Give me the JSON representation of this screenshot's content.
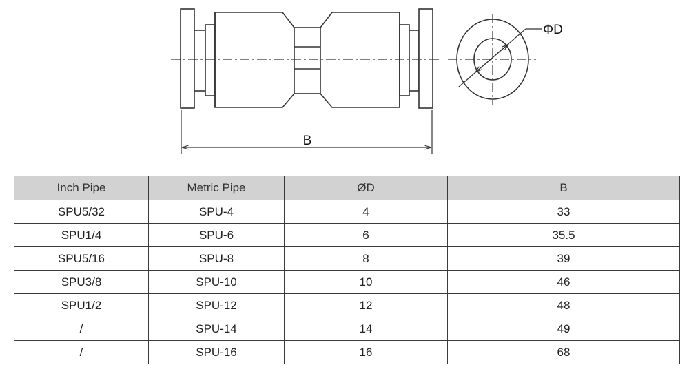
{
  "drawing": {
    "label_d": "ΦD",
    "label_b": "B"
  },
  "table": {
    "headers": [
      "Inch Pipe",
      "Metric Pipe",
      "ØD",
      "B"
    ],
    "rows": [
      [
        "SPU5/32",
        "SPU-4",
        "4",
        "33"
      ],
      [
        "SPU1/4",
        "SPU-6",
        "6",
        "35.5"
      ],
      [
        "SPU5/16",
        "SPU-8",
        "8",
        "39"
      ],
      [
        "SPU3/8",
        "SPU-10",
        "10",
        "46"
      ],
      [
        "SPU1/2",
        "SPU-12",
        "12",
        "48"
      ],
      [
        "/",
        "SPU-14",
        "14",
        "49"
      ],
      [
        "/",
        "SPU-16",
        "16",
        "68"
      ]
    ]
  }
}
